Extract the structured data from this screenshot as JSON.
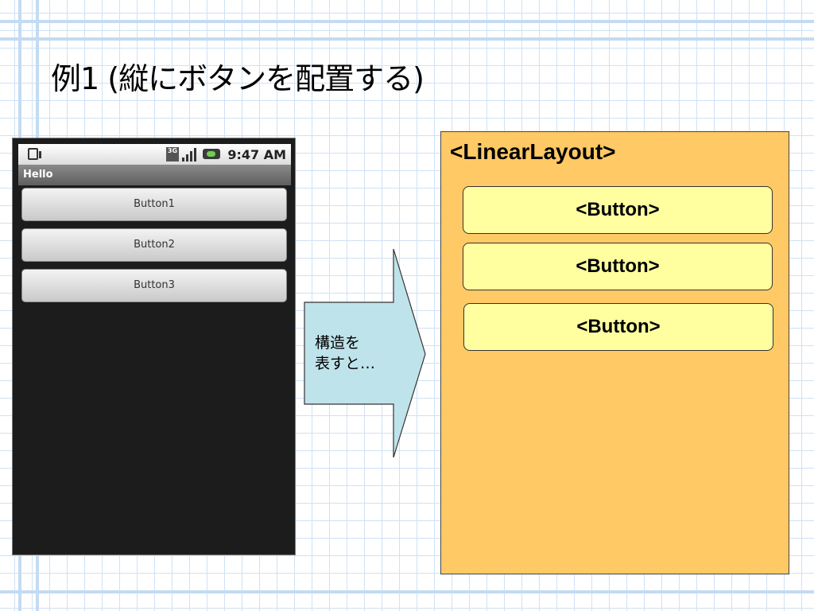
{
  "slide": {
    "title": "例1 (縦にボタンを配置する)"
  },
  "phone": {
    "status_bar": {
      "time": "9:47 AM",
      "network_label": "3G",
      "icons": [
        "notification-icon",
        "3g-icon",
        "signal-icon",
        "battery-icon"
      ]
    },
    "app_title": "Hello",
    "buttons": [
      {
        "label": "Button1"
      },
      {
        "label": "Button2"
      },
      {
        "label": "Button3"
      }
    ]
  },
  "arrow": {
    "line1": "構造を",
    "line2": "表すと…",
    "fill_color": "#bfe3ea"
  },
  "layout_diagram": {
    "root_label": "<LinearLayout>",
    "children": [
      {
        "label": "<Button>"
      },
      {
        "label": "<Button>"
      },
      {
        "label": "<Button>"
      }
    ],
    "container_color": "#ffc965",
    "child_color": "#ffffa0"
  }
}
